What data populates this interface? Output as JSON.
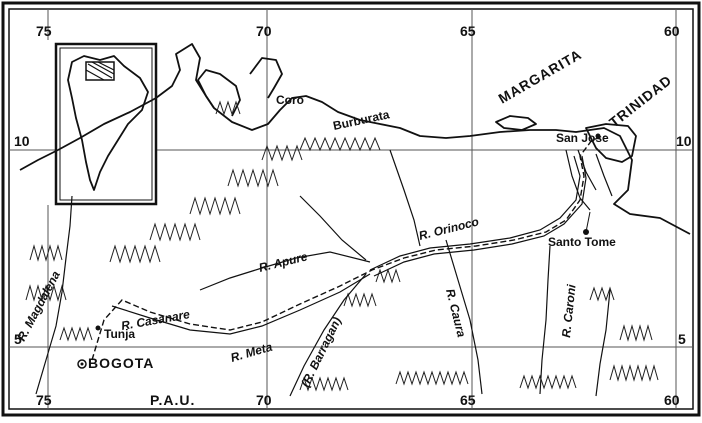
{
  "map": {
    "footer": "P.A.U.",
    "coordinates": {
      "top": [
        "75",
        "70",
        "65",
        "60"
      ],
      "bottom": [
        "75",
        "70",
        "65",
        "60"
      ],
      "left": [
        "10",
        "5"
      ],
      "right": [
        "10",
        "5"
      ]
    },
    "places": {
      "coro": "Coro",
      "burburata": "Burburata",
      "margarita": "MARGARITA",
      "trinidad": "TRINIDAD",
      "san_jose": "San Jose",
      "santo_tome": "Santo Tome",
      "tunja": "Tunja",
      "bogota": "BOGOTA"
    },
    "rivers": {
      "orinoco": "R. Orinoco",
      "apure": "R. Apure",
      "magdalena": "R. Magdalena",
      "casanare": "R. Casanare",
      "meta": "R. Meta",
      "barragan": "(R. Barragan)",
      "caura": "R. Caura",
      "caroni": "R. Caroni"
    },
    "colors": {
      "ink": "#111111",
      "paper": "#ffffff"
    }
  }
}
